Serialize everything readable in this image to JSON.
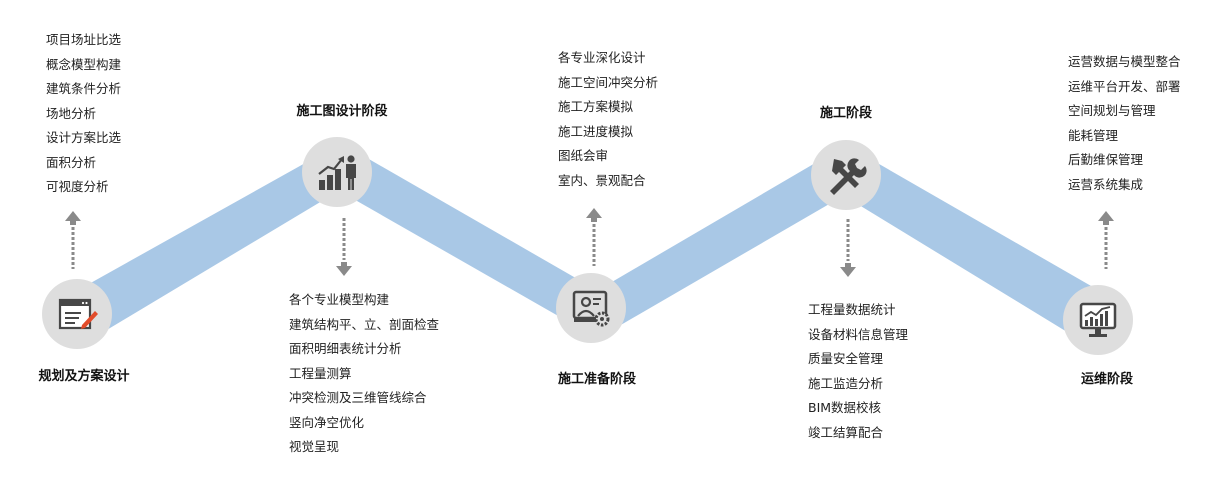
{
  "stages": [
    {
      "id": "planning",
      "title": "规划及方案设计",
      "icon": "document-edit-icon",
      "items": [
        "项目场址比选",
        "概念模型构建",
        "建筑条件分析",
        "场地分析",
        "设计方案比选",
        "面积分析",
        "可视度分析"
      ]
    },
    {
      "id": "design",
      "title": "施工图设计阶段",
      "icon": "growth-chart-person-icon",
      "items": [
        "各个专业模型构建",
        "建筑结构平、立、剖面检查",
        "面积明细表统计分析",
        "工程量测算",
        "冲突检测及三维管线综合",
        "竖向净空优化",
        "视觉呈现"
      ]
    },
    {
      "id": "preparation",
      "title": "施工准备阶段",
      "icon": "screen-user-gear-icon",
      "items": [
        "各专业深化设计",
        "施工空间冲突分析",
        "施工方案模拟",
        "施工进度模拟",
        "图纸会审",
        "室内、景观配合"
      ]
    },
    {
      "id": "construction",
      "title": "施工阶段",
      "icon": "wrench-hammer-icon",
      "items": [
        "工程量数据统计",
        "设备材料信息管理",
        "质量安全管理",
        "施工监造分析",
        "BIM数据校核",
        "竣工结算配合"
      ]
    },
    {
      "id": "operation",
      "title": "运维阶段",
      "icon": "monitor-chart-icon",
      "items": [
        "运营数据与模型整合",
        "运维平台开发、部署",
        "空间规划与管理",
        "能耗管理",
        "后勤维保管理",
        "运营系统集成"
      ]
    }
  ],
  "colors": {
    "ribbon": "#a9c8e6",
    "node": "#dedede",
    "icon": "#474747",
    "arrow": "#8a8a8a",
    "accent": "#e24b2a"
  }
}
